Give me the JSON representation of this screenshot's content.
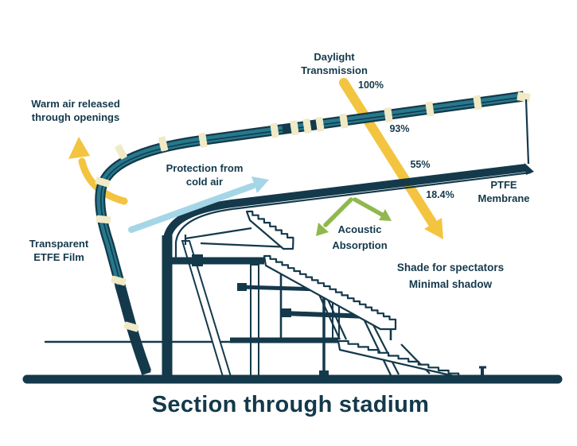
{
  "title": "Section through stadium",
  "labels": {
    "warm_air_1": "Warm air released",
    "warm_air_2": "through openings",
    "daylight_1": "Daylight",
    "daylight_2": "Transmission",
    "protection_1": "Protection from",
    "protection_2": "cold air",
    "etfe_1": "Transparent",
    "etfe_2": "ETFE Film",
    "ptfe_1": "PTFE",
    "ptfe_2": "Membrane",
    "acoustic_1": "Acoustic",
    "acoustic_2": "Absorption",
    "shade_1": "Shade for spectators",
    "shade_2": "Minimal shadow"
  },
  "percentages": {
    "p100": "100%",
    "p93": "93%",
    "p55": "55%",
    "p18": "18.4%"
  },
  "colors": {
    "navy": "#14394b",
    "teal": "#26798c",
    "cream": "#f1eac6",
    "yellow": "#f3c440",
    "light_blue": "#a5d6e7",
    "green": "#8fb84e"
  }
}
